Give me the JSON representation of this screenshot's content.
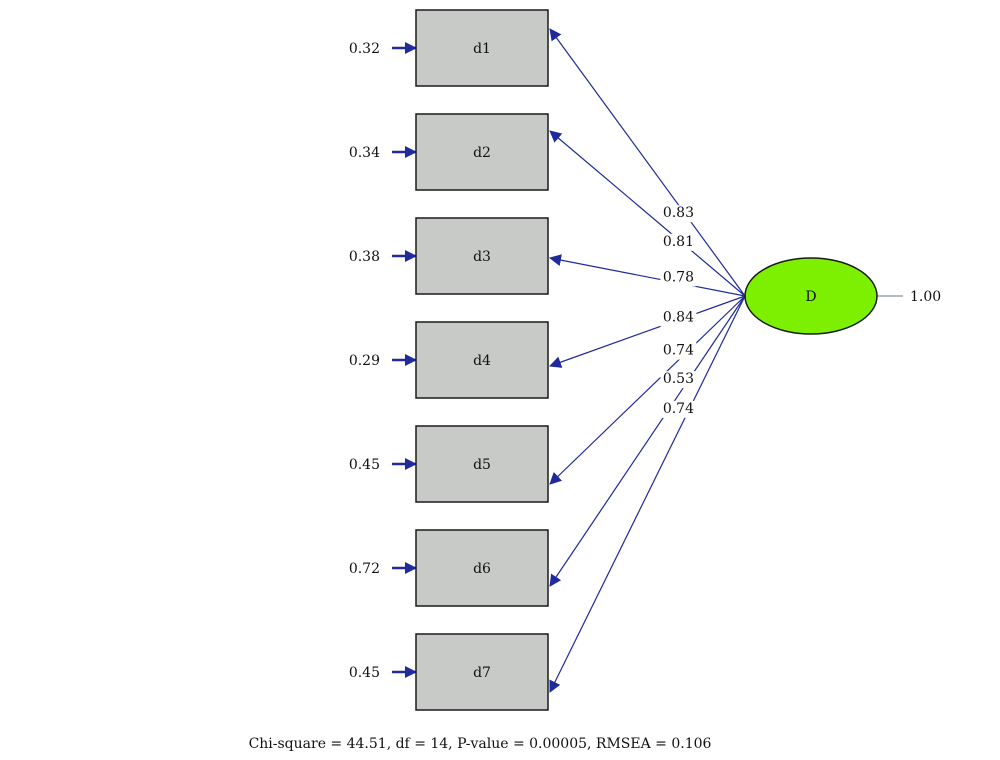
{
  "colors": {
    "box_fill": "#C8CAC8",
    "box_stroke": "#1a1a1a",
    "ellipse_fill": "#7CF000",
    "arrow": "#1F2A9C",
    "variance_line": "#9aa6b0"
  },
  "latent": {
    "label": "D",
    "variance": "1.00"
  },
  "indicators": [
    {
      "label": "d1",
      "loading": "0.83",
      "error": "0.32"
    },
    {
      "label": "d2",
      "loading": "0.81",
      "error": "0.34"
    },
    {
      "label": "d3",
      "loading": "0.78",
      "error": "0.38"
    },
    {
      "label": "d4",
      "loading": "0.84",
      "error": "0.29"
    },
    {
      "label": "d5",
      "loading": "0.74",
      "error": "0.45"
    },
    {
      "label": "d6",
      "loading": "0.53",
      "error": "0.72"
    },
    {
      "label": "d7",
      "loading": "0.74",
      "error": "0.45"
    }
  ],
  "fit_statistics": "Chi-square = 44.51, df = 14, P-value = 0.00005, RMSEA = 0.106"
}
